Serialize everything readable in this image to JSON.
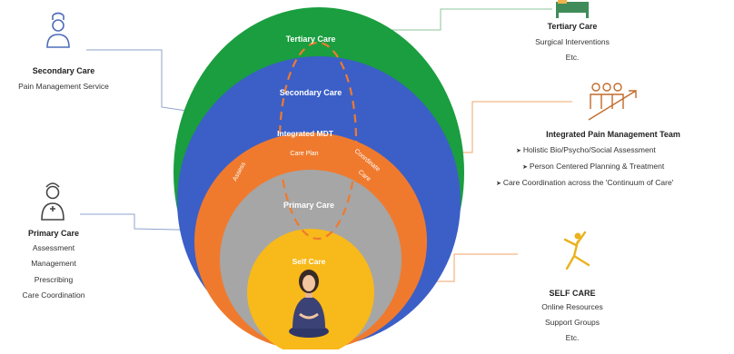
{
  "colors": {
    "tertiary": "#1a9e3f",
    "secondary": "#3b5fc7",
    "integrated": "#ef7a2e",
    "primary": "#a6a6a6",
    "self": "#f8b91a",
    "connector_blue": "#8fa3cc",
    "connector_orange": "#f2a66a",
    "connector_green": "#8cc49c",
    "dash": "#ef7a2e"
  },
  "rings": {
    "tertiary": "Tertiary Care",
    "secondary": "Secondary Care",
    "integrated": "Integrated MDT",
    "care_plan": "Care Plan",
    "assess": "Assess",
    "coordinate": "Coordinate",
    "care": "Care",
    "primary": "Primary Care",
    "self": "Self Care"
  },
  "panels": {
    "secondary": {
      "title": "Secondary Care",
      "lines": [
        "Pain Management Service"
      ],
      "icon": "doctor-icon"
    },
    "primary": {
      "title": "Primary Care",
      "lines": [
        "Assessment",
        "Management",
        "Prescribing",
        "Care Coordination"
      ],
      "icon": "nurse-icon"
    },
    "tertiary": {
      "title": "Tertiary Care",
      "lines": [
        "Surgical Interventions",
        "Etc."
      ],
      "icon": "hospital-bed-icon"
    },
    "integrated": {
      "title": "Integrated Pain Management Team",
      "lines": [
        "Holistic Bio/Psycho/Social Assessment",
        "Person Centered Planning & Treatment",
        "Care Coordination across the 'Continuum of Care'"
      ],
      "icon": "team-growth-icon"
    },
    "self": {
      "title": "SELF CARE",
      "lines": [
        "Online Resources",
        "Support Groups",
        "Etc."
      ],
      "icon": "yoga-icon"
    }
  },
  "figure": {
    "icon": "meditating-person-icon"
  }
}
